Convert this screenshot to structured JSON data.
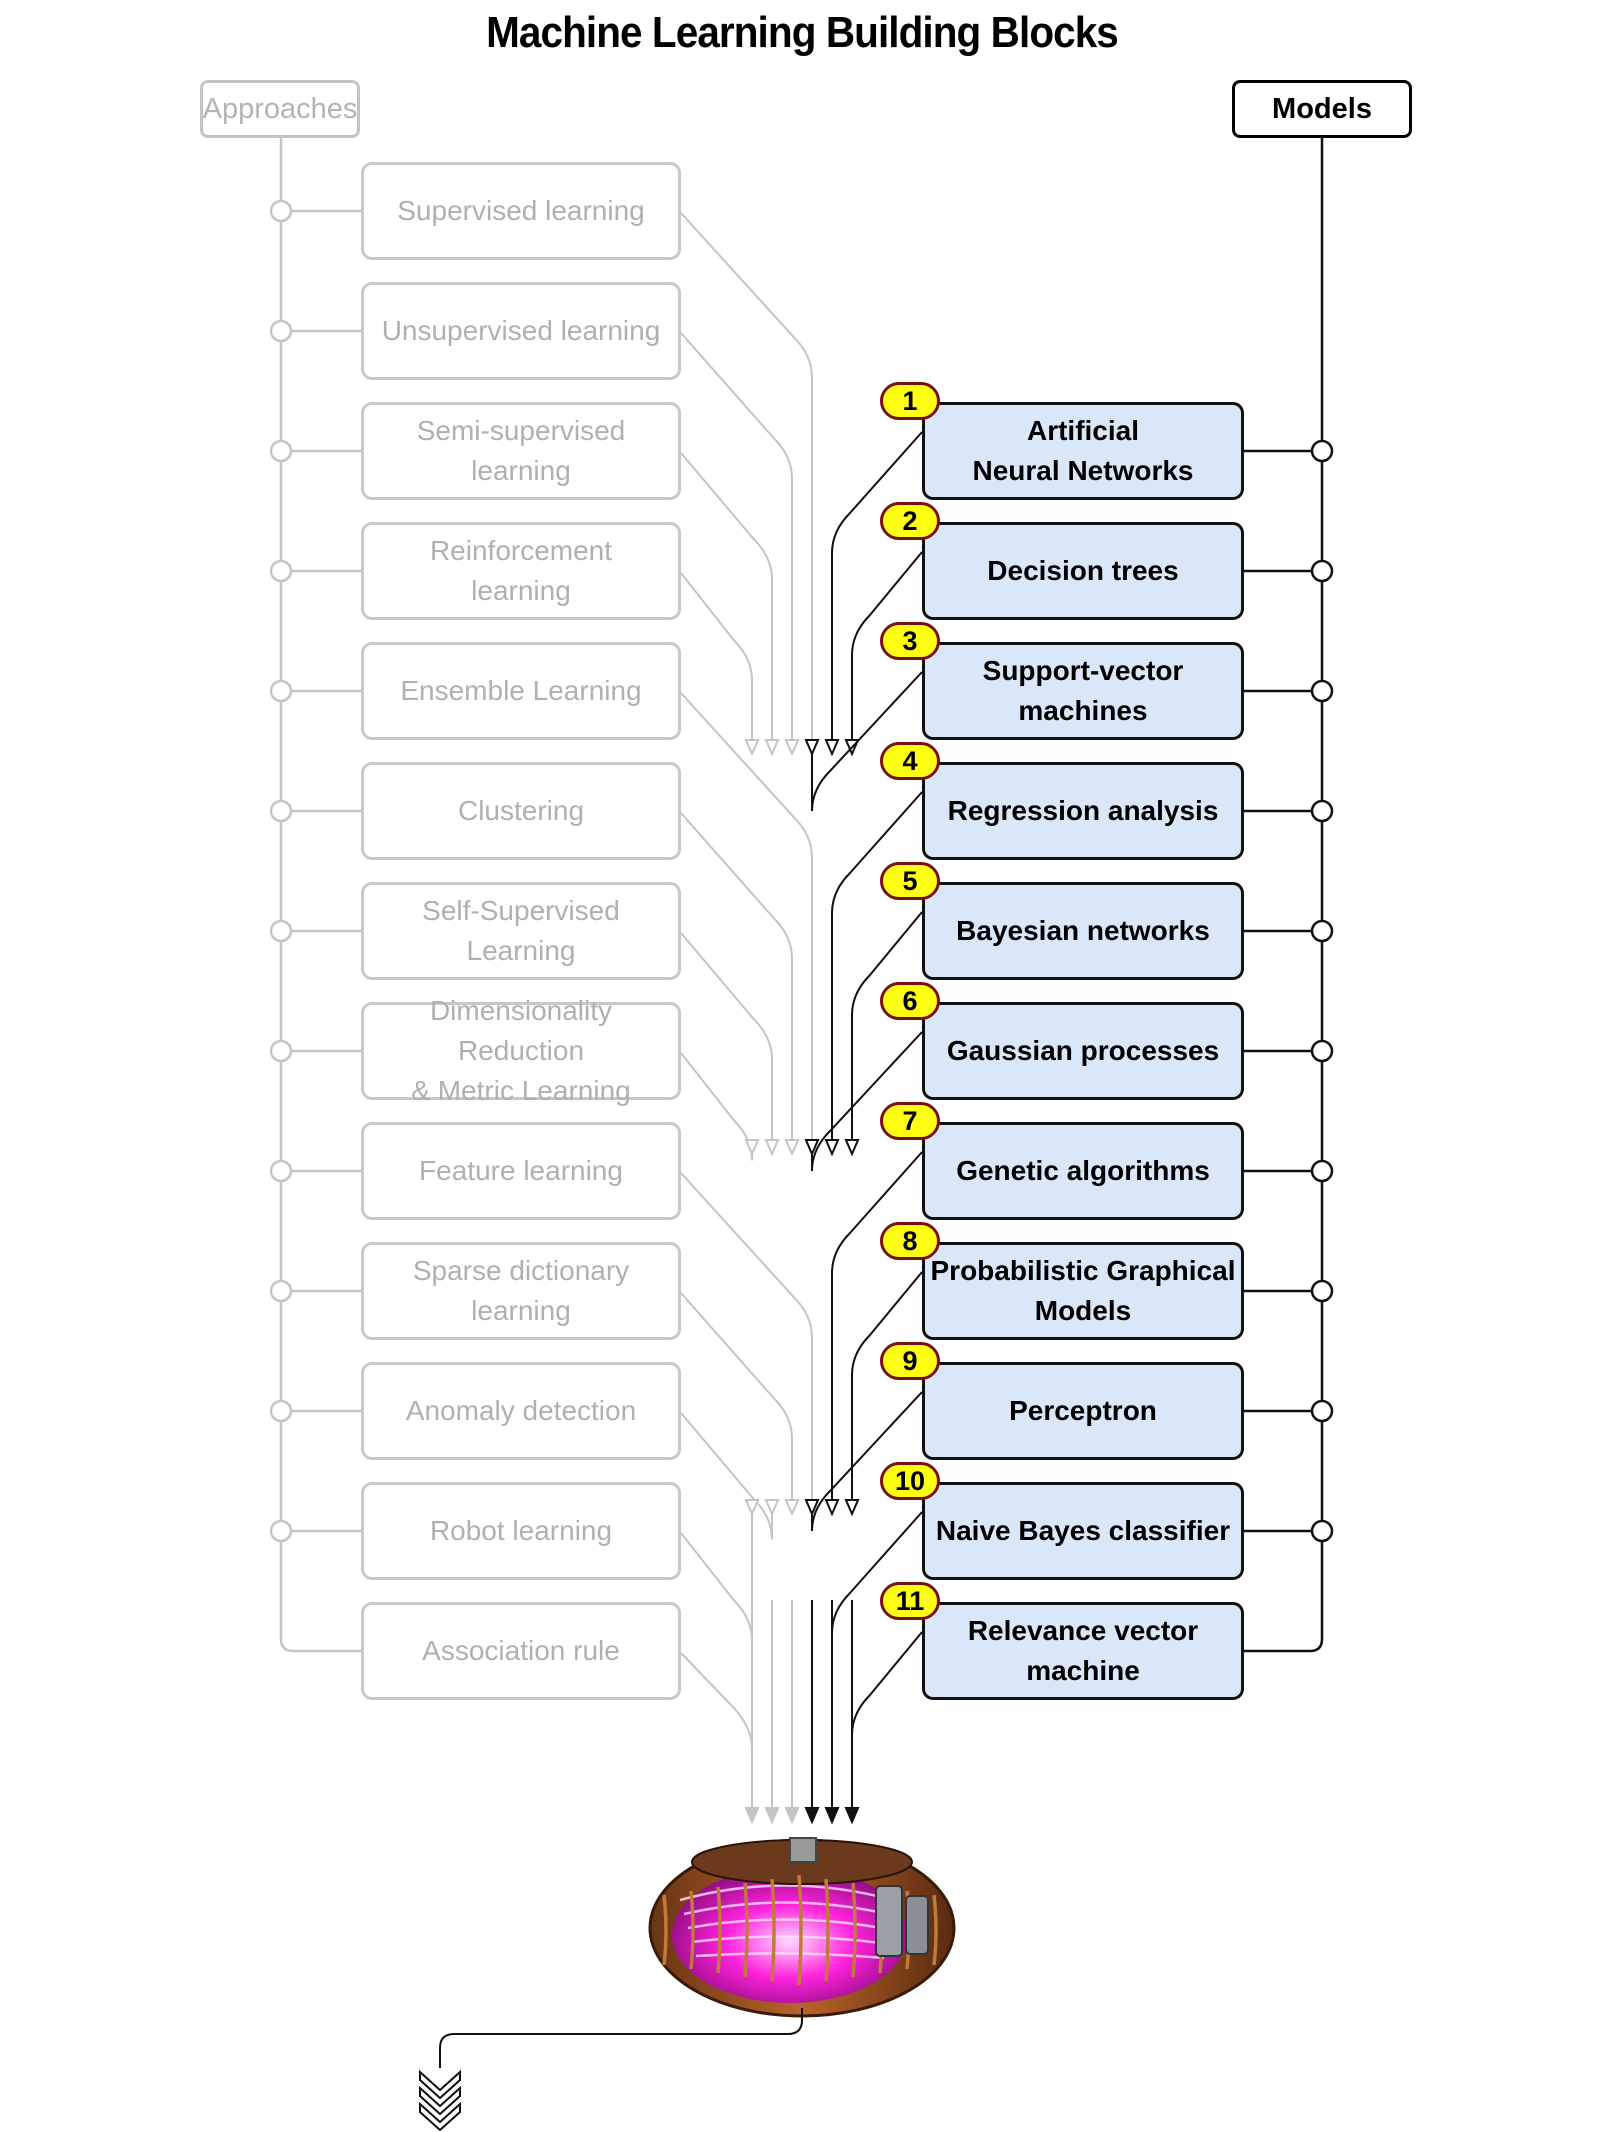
{
  "title": "Machine Learning Building Blocks",
  "approaches_header": "Approaches",
  "models_header": "Models",
  "approaches": [
    "Supervised learning",
    "Unsupervised learning",
    "Semi-supervised\nlearning",
    "Reinforcement\nlearning",
    "Ensemble Learning",
    "Clustering",
    "Self-Supervised\nLearning",
    "Dimensionality Reduction\n& Metric Learning",
    "Feature learning",
    "Sparse dictionary\nlearning",
    "Anomaly detection",
    "Robot learning",
    "Association rule"
  ],
  "models": [
    {
      "num": "1",
      "label": "Artificial\nNeural Networks"
    },
    {
      "num": "2",
      "label": "Decision trees"
    },
    {
      "num": "3",
      "label": "Support-vector\nmachines"
    },
    {
      "num": "4",
      "label": "Regression analysis"
    },
    {
      "num": "5",
      "label": "Bayesian networks"
    },
    {
      "num": "6",
      "label": "Gaussian processes"
    },
    {
      "num": "7",
      "label": "Genetic algorithms"
    },
    {
      "num": "8",
      "label": "Probabilistic Graphical\nModels"
    },
    {
      "num": "9",
      "label": "Perceptron"
    },
    {
      "num": "10",
      "label": "Naive Bayes classifier"
    },
    {
      "num": "11",
      "label": "Relevance vector\nmachine"
    }
  ],
  "colors": {
    "approach_line": "#c4c4c4",
    "model_line": "#111111",
    "model_fill": "#dae7f8",
    "badge_fill": "#ffff14",
    "badge_border": "#7a1010",
    "plasma": "#ff22dd",
    "coil": "#b8642a"
  },
  "icons": {
    "reactor": "tokamak-reactor-icon",
    "continue": "triple-chevron-down-icon"
  }
}
